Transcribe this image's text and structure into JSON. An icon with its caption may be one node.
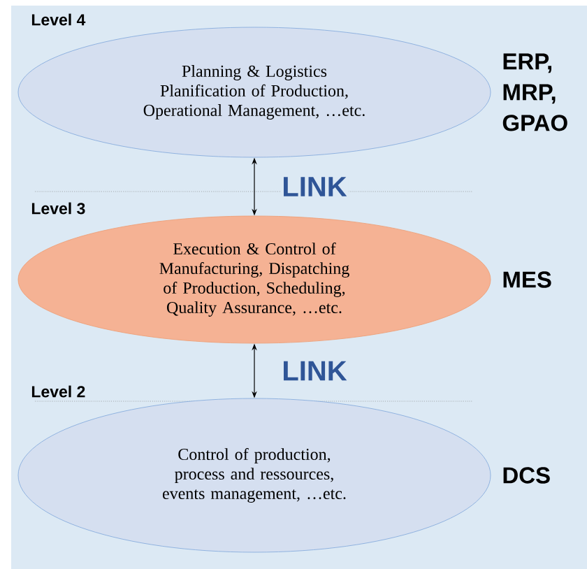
{
  "diagram": {
    "nodes": [
      {
        "text": [
          "Level 4",
          "Planning & Logistics Planification of Production, Operational Management, …etc."
        ],
        "beside": [
          "ERP, MRP, GPAO"
        ]
      },
      {
        "text": [
          "Level 3",
          "Execution & Control of Manufacturing, Dispatching of Production, Scheduling, Quality Assurance, …etc."
        ],
        "beside": [
          "MES"
        ]
      },
      {
        "text": [
          "Level 2",
          "Control of production, process and ressources, events management, …etc."
        ],
        "beside": [
          "DCS"
        ]
      }
    ],
    "edges": [
      {
        "from": 0,
        "to": 1,
        "arrow": "both",
        "label": "LINK"
      },
      {
        "from": 1,
        "to": 2,
        "arrow": "both",
        "label": "LINK"
      }
    ]
  }
}
